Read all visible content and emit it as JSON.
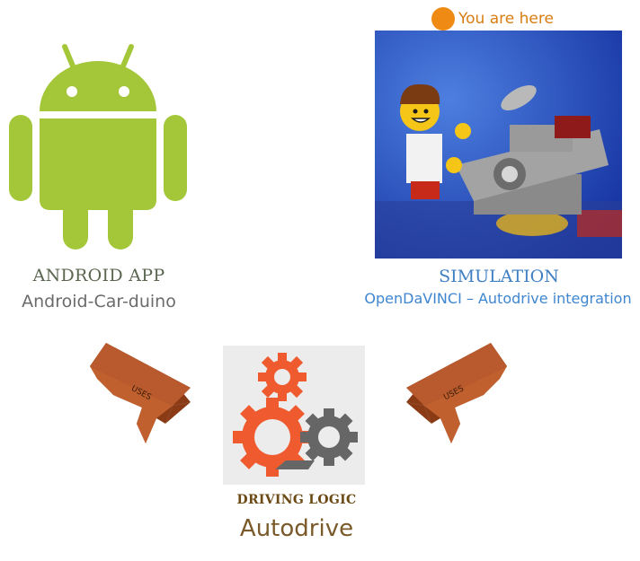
{
  "marker": {
    "label": "You are here",
    "color": "#ef8a14"
  },
  "nodes": {
    "android": {
      "title": "ANDROID APP",
      "subtitle": "Android-Car-duino"
    },
    "simulation": {
      "title": "SIMULATION",
      "subtitle": "OpenDaVINCI – Autodrive integration"
    },
    "logic": {
      "title": "DRIVING LOGIC",
      "subtitle": "Autodrive"
    }
  },
  "edges": [
    {
      "from": "android",
      "to": "logic",
      "label": "USES"
    },
    {
      "from": "simulation",
      "to": "logic",
      "label": "USES"
    }
  ],
  "colors": {
    "android_green": "#a4c639",
    "gear_orange": "#ef5a2e",
    "gear_gray": "#666666",
    "arrow_brown": "#b85a2e",
    "simulation_blue": "#3f7fc4"
  }
}
